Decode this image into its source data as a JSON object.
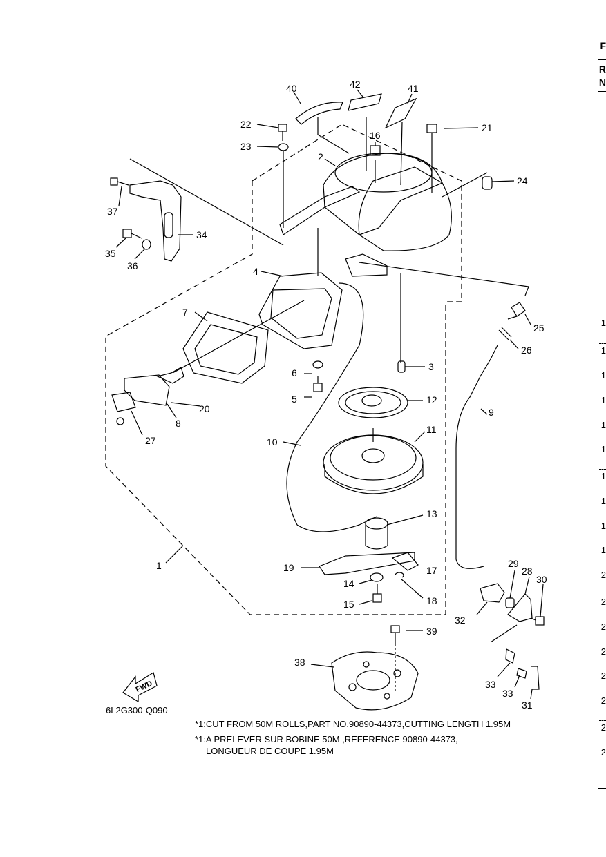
{
  "diagram_code": "6L2G300-Q090",
  "notes": [
    "*1:CUT FROM 50M ROLLS,PART NO.90890-44373,CUTTING LENGTH 1.95M",
    "*1:A PRELEVER SUR BOBINE 50M ,REFERENCE 90890-44373,",
    "LONGUEUR DE COUPE 1.95M"
  ],
  "fwd_label": "FWD",
  "edge_headers": [
    "F",
    "R",
    "N"
  ],
  "edge_numbers": [
    "1",
    "1",
    "1",
    "1",
    "1",
    "1",
    "1",
    "1",
    "1",
    "1",
    "2",
    "2",
    "2",
    "2",
    "2",
    "2",
    "2",
    "2"
  ],
  "callouts": [
    "40",
    "42",
    "41",
    "22",
    "21",
    "16",
    "23",
    "2",
    "24",
    "37",
    "34",
    "35",
    "36",
    "4",
    "7",
    "25",
    "26",
    "3",
    "6",
    "5",
    "12",
    "20",
    "8",
    "9",
    "27",
    "11",
    "10",
    "13",
    "1",
    "19",
    "17",
    "14",
    "18",
    "15",
    "29",
    "28",
    "30",
    "32",
    "39",
    "38",
    "33",
    "33",
    "31"
  ]
}
